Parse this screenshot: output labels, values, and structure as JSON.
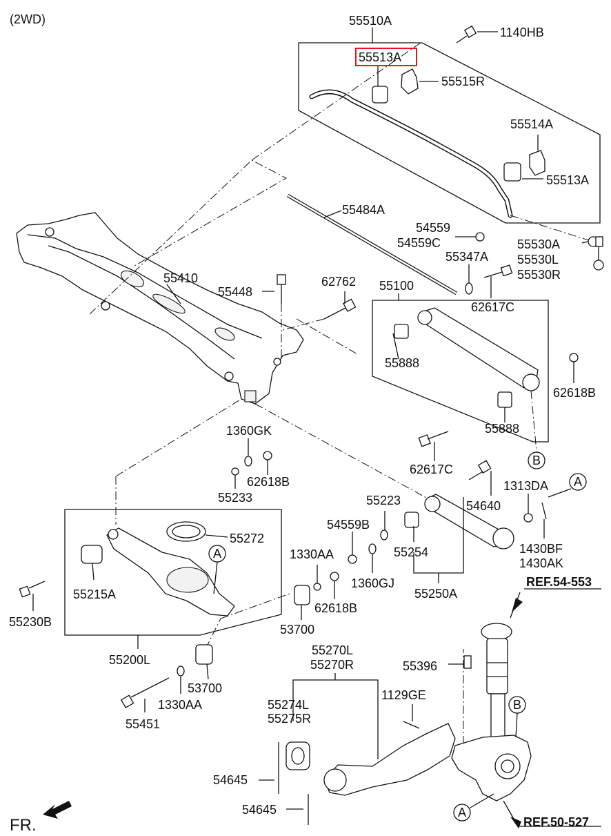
{
  "variant_label": "(2WD)",
  "fr_label": "FR.",
  "refs": {
    "ref_top": "REF.54-553",
    "ref_bottom": "REF.50-527"
  },
  "callouts": {
    "A": "A",
    "B": "B"
  },
  "highlighted_part": "55513A",
  "labels": {
    "p55510A": "55510A",
    "p1140HB": "1140HB",
    "p55513A_top": "55513A",
    "p55515R": "55515R",
    "p55514A": "55514A",
    "p55513A_right": "55513A",
    "p55484A": "55484A",
    "p54559": "54559",
    "p54559C": "54559C",
    "p55530A": "55530A",
    "p55530L": "55530L",
    "p55530R": "55530R",
    "p55347A": "55347A",
    "p55410": "55410",
    "p55448": "55448",
    "p62762": "62762",
    "p55100": "55100",
    "p62617C_top": "62617C",
    "p55888_top": "55888",
    "p62618B_right": "62618B",
    "p55888_bottom": "55888",
    "p62617C_mid": "62617C",
    "p1360GK": "1360GK",
    "p62618B_mid": "62618B",
    "p55233": "55233",
    "p55223": "55223",
    "p54640": "54640",
    "p1313DA": "1313DA",
    "p55272": "55272",
    "p54559B": "54559B",
    "p55254": "55254",
    "p1430BF": "1430BF",
    "p1430AK": "1430AK",
    "p1330AA_mid": "1330AA",
    "p1360GJ": "1360GJ",
    "p55215A": "55215A",
    "p55250A": "55250A",
    "p55230B": "55230B",
    "p62618B_low": "62618B",
    "p53700_mid": "53700",
    "p55200L": "55200L",
    "p55270L": "55270L",
    "p55270R": "55270R",
    "p55396": "55396",
    "p53700_low": "53700",
    "p1330AA_low": "1330AA",
    "p55274L": "55274L",
    "p55275R": "55275R",
    "p1129GE": "1129GE",
    "p55451": "55451",
    "p54645_a": "54645",
    "p54645_b": "54645"
  }
}
